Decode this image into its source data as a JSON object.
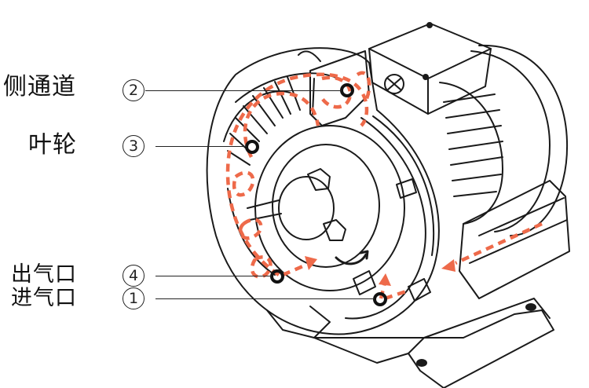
{
  "title": "Side channel blower structure",
  "colors": {
    "line": "#1a1a1a",
    "flow": "#ee6a4a",
    "background": "#ffffff"
  },
  "callouts": [
    {
      "number": "2",
      "symbol": "②",
      "label": "侧通道"
    },
    {
      "number": "3",
      "symbol": "③",
      "label": "叶轮"
    },
    {
      "number": "4",
      "symbol": "④",
      "label": "出气口"
    },
    {
      "number": "1",
      "symbol": "①",
      "label": "进气口"
    }
  ]
}
